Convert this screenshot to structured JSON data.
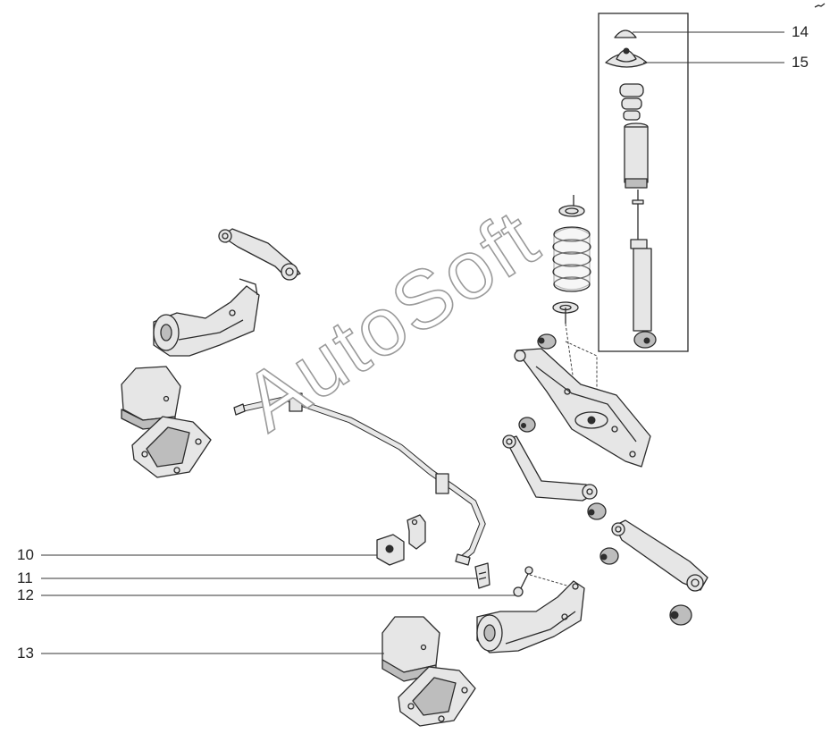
{
  "callouts": [
    {
      "id": "10",
      "label": "10"
    },
    {
      "id": "11",
      "label": "11"
    },
    {
      "id": "12",
      "label": "12"
    },
    {
      "id": "13",
      "label": "13"
    },
    {
      "id": "14",
      "label": "14"
    },
    {
      "id": "15",
      "label": "15"
    }
  ],
  "watermark": "AutoSoft",
  "colors": {
    "line": "#2b2b2b",
    "part_fill": "#e4e4e4",
    "shade": "#9a9a9a",
    "background": "#ffffff"
  }
}
